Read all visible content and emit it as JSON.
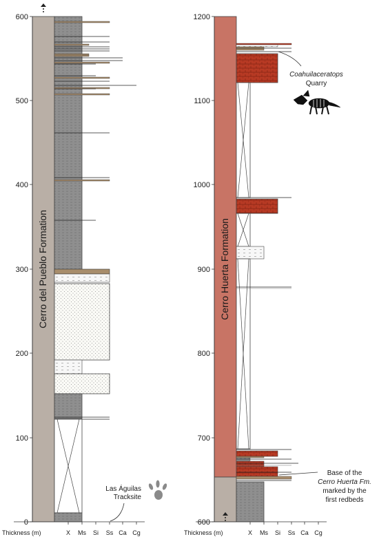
{
  "figure": {
    "left_column": {
      "formation_label": "Cerro del Pueblo Formation",
      "y_ticks": [
        "600",
        "500",
        "400",
        "300",
        "200",
        "100",
        "0"
      ],
      "thickness_label": "Thickness (m)",
      "grain_sizes": [
        "X",
        "Ms",
        "Si",
        "Ss",
        "Ca",
        "Cg"
      ],
      "annotation": {
        "line1": "Las Águilas",
        "line2": "Tracksite"
      }
    },
    "right_column": {
      "formation_label": "Cerro Huerta Formation",
      "y_ticks": [
        "1200",
        "1100",
        "1000",
        "900",
        "800",
        "700",
        "600"
      ],
      "thickness_label": "Thickness (m)",
      "grain_sizes": [
        "X",
        "Ms",
        "Si",
        "Ss",
        "Ca",
        "Cg"
      ],
      "quarry": {
        "line1": "Coahuilaceratops",
        "line2": "Quarry"
      },
      "base_note": {
        "line1": "Base of the",
        "line2": "Cerro Huerta Fm.",
        "line3": "marked by the",
        "line4": "first redbeds"
      }
    },
    "colors": {
      "cerro_del_pueblo_bar": "#b9afa6",
      "cerro_huerta_bar": "#c87465",
      "mudstone_fill": "#8f8f8f",
      "redbed_fill": "#b73a24",
      "sandstone_fill": "#fafaf6",
      "ss_tan_fill": "#a88d6c"
    },
    "icons": [
      "continuation-arrow-icon",
      "dinosaur-footprint-icon",
      "ceratopsian-skeleton-icon"
    ]
  }
}
